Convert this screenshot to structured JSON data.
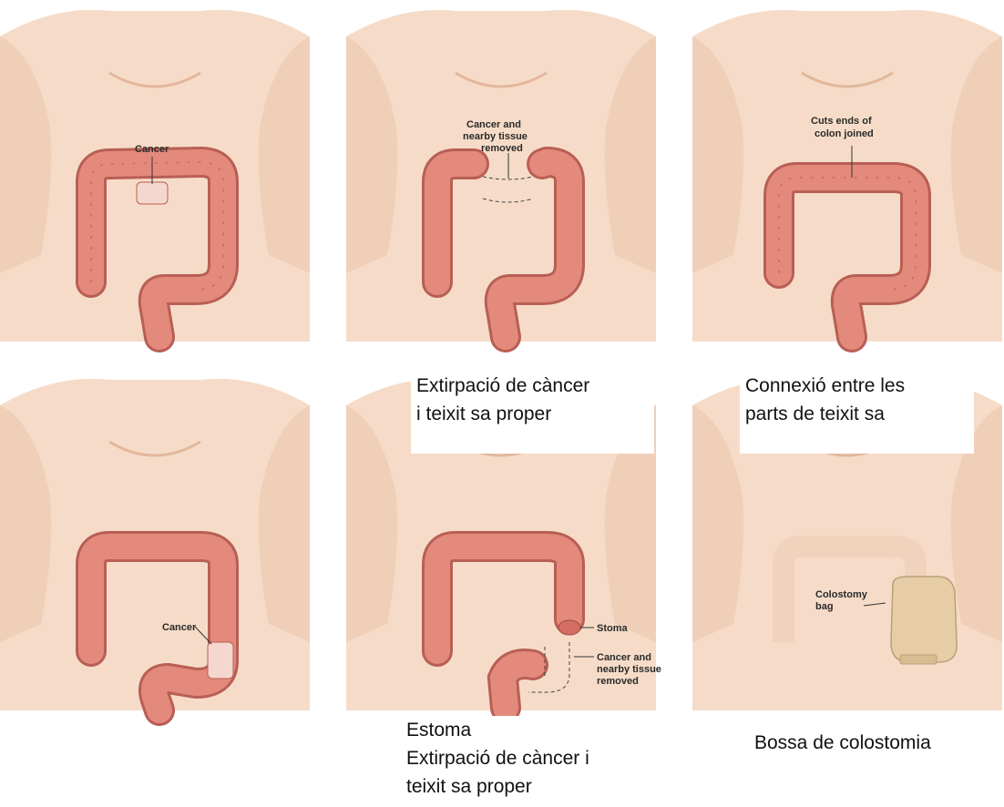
{
  "panels": [
    {
      "id": "p1",
      "labels": [
        "Cancer"
      ]
    },
    {
      "id": "p2",
      "labels": [
        "Cancer and",
        "nearby tissue",
        "removed"
      ]
    },
    {
      "id": "p3",
      "labels": [
        "Cuts ends of",
        "colon joined"
      ]
    },
    {
      "id": "p4",
      "labels": [
        "Cancer"
      ]
    },
    {
      "id": "p5",
      "labels": [
        "Stoma",
        "Cancer and",
        "nearby tissue",
        "removed"
      ]
    },
    {
      "id": "p6",
      "labels": [
        "Colostomy",
        "bag"
      ]
    }
  ],
  "captions": {
    "c2": [
      "Extirpació de càncer",
      "i teixit sa proper"
    ],
    "c3": [
      "Connexió entre les",
      "parts de teixit sa"
    ],
    "c5": [
      "Estoma",
      "Extirpació de càncer i",
      "teixit sa proper"
    ],
    "c6": [
      "Bossa de colostomia"
    ]
  },
  "colors": {
    "skin": "#f6dcc8",
    "skin_shade": "#e8bea2",
    "colon": "#e48a7c",
    "colon_edge": "#b85f55",
    "tumor": "#f4d7cf",
    "bag": "#e6cda6"
  }
}
